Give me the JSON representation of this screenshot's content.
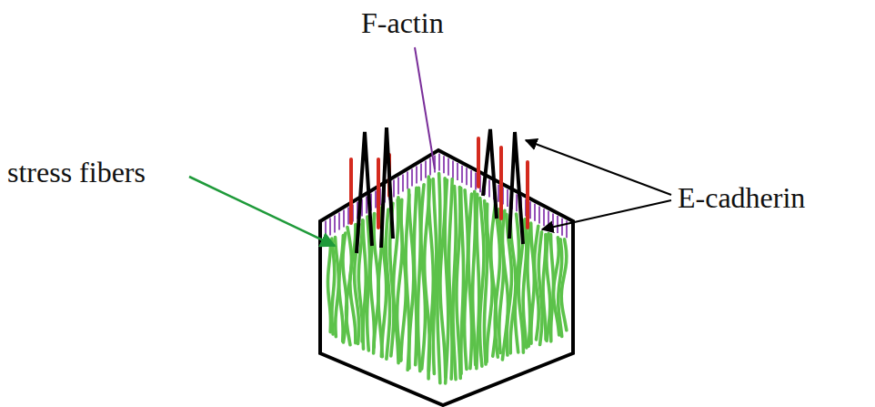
{
  "diagram": {
    "labels": [
      "F-actin",
      "stress fibers",
      "E-cadherin"
    ]
  }
}
